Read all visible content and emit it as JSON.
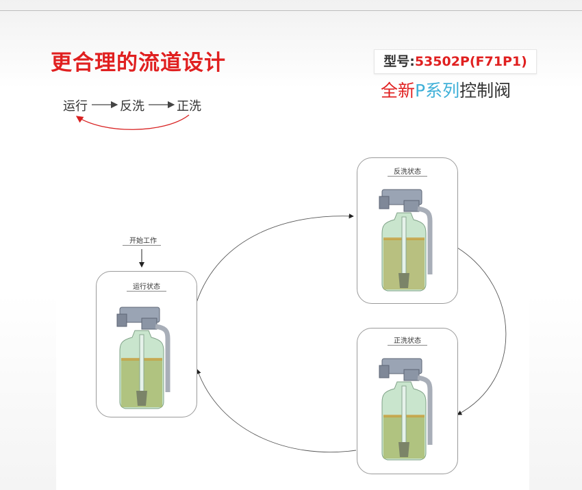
{
  "headline": "更合理的流道设计",
  "model": {
    "prefix": "型号:",
    "code": "53502P(F71P1)"
  },
  "series": {
    "part1": "全新",
    "part2": "P系列",
    "part3": "控制阀"
  },
  "flow": {
    "step1": "运行",
    "step2": "反洗",
    "step3": "正洗"
  },
  "diagram": {
    "start_label": "开始工作",
    "state_run": "运行状态",
    "state_backwash": "反洗状态",
    "state_rinse": "正洗状态"
  },
  "colors": {
    "accent_red": "#e02020",
    "accent_blue": "#3fb0d8"
  }
}
